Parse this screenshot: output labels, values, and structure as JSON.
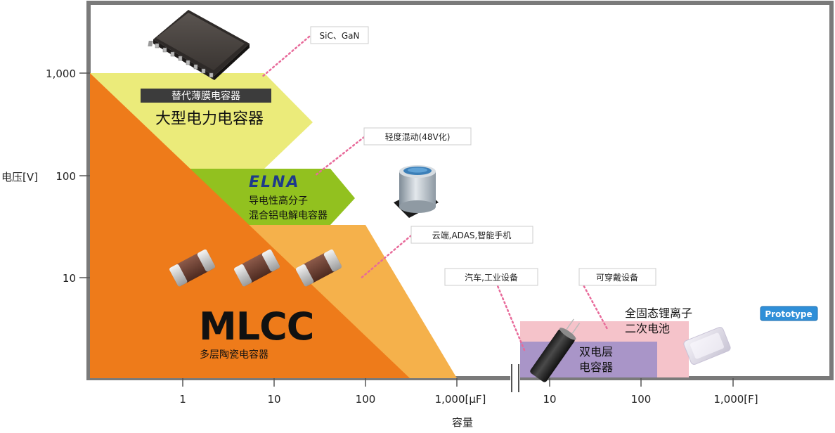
{
  "axes": {
    "y_title": "电压[V]",
    "x_title": "容量",
    "y_ticks": [
      "1,000",
      "100",
      "10"
    ],
    "x_ticks_uf": [
      "1",
      "10",
      "100",
      "1,000[μF]"
    ],
    "x_ticks_f": [
      "10",
      "100",
      "1,000[F]"
    ]
  },
  "regions": {
    "film": {
      "badge": "替代薄膜电容器",
      "label": "大型电力电容器"
    },
    "polymer": {
      "logo": "ELNA",
      "line1": "导电性高分子",
      "line2": "混合铝电解电容器"
    },
    "mlcc": {
      "title": "MLCC",
      "subtitle": "多层陶瓷电容器"
    },
    "edlc": {
      "line1": "双电层",
      "line2": "电容器"
    },
    "solid_state": {
      "line1": "全固态锂离子",
      "line2": "二次电池",
      "badge": "Prototype"
    }
  },
  "callouts": {
    "sic": "SiC、GaN",
    "mild_hybrid": "轻度混动(48V化)",
    "cloud": "云端,ADAS,智能手机",
    "auto": "汽车,工业设备",
    "wearable": "可穿戴设备"
  },
  "colors": {
    "frame": "#7a7a7a",
    "mlcc_orange": "#ee7b1a",
    "light_orange": "#f5b14b",
    "film_yellow": "#ebeb7a",
    "polymer_green": "#92c11f",
    "edlc_purple": "#a995c8",
    "battery_pink": "#f5c3ca",
    "callout_line": "#e86a9a",
    "prototype_blue": "#2f8fd8",
    "elna_navy": "#1e3a8a"
  }
}
